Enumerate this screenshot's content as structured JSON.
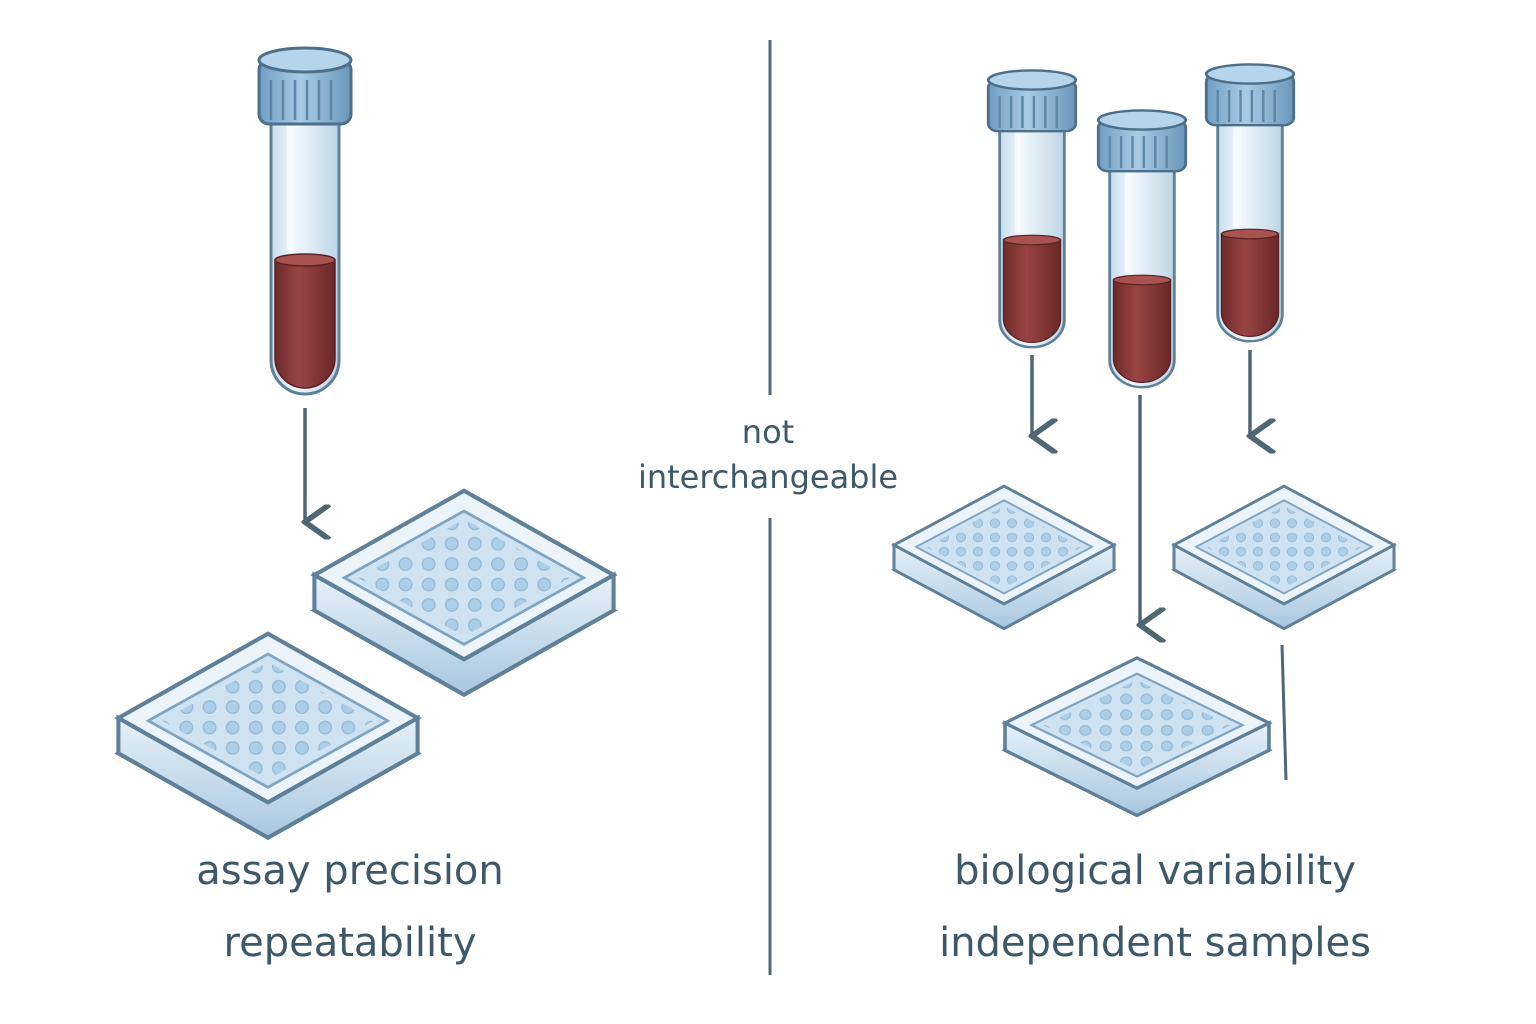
{
  "center_label": {
    "line1": "not",
    "line2": "interchangeable"
  },
  "left_panel": {
    "caption_line1": "assay precision",
    "caption_line2": "repeatability",
    "tube_count": 1,
    "plate_count": 2
  },
  "right_panel": {
    "caption_line1": "biological variability",
    "caption_line2": "independent samples",
    "tube_count": 3,
    "plate_count": 3
  },
  "colors": {
    "text": "#3d5868",
    "divider": "#4f6673",
    "cap": "#8eb8d6",
    "blood": "#8b3a3a",
    "plate": "#cfe2f1"
  },
  "icons": [
    "test-tube-icon",
    "well-plate-icon",
    "arrow-down-icon",
    "divider-line"
  ]
}
